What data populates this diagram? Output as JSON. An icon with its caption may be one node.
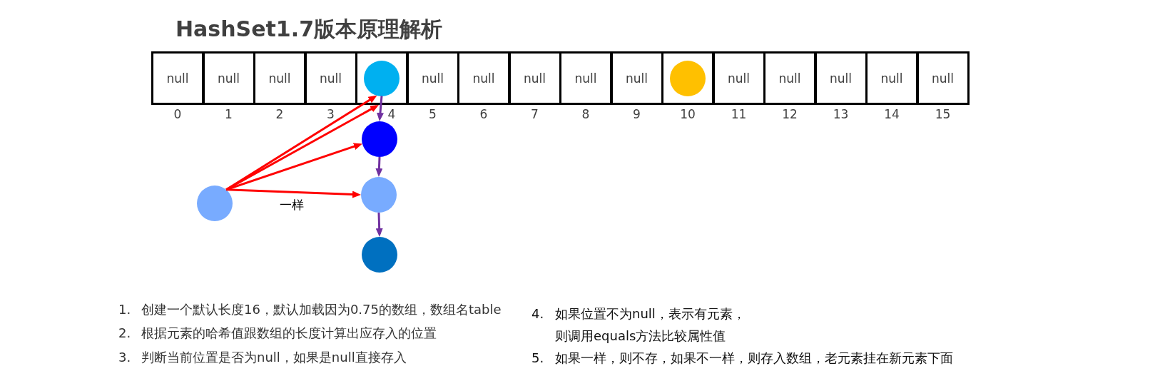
{
  "diagram": {
    "title": "HashSet1.7版本原理解析",
    "nodes": [
      {
        "text": [
          "null"
        ],
        "beside": [
          "0"
        ]
      },
      {
        "text": [
          "null"
        ],
        "beside": [
          "1"
        ]
      },
      {
        "text": [
          "null"
        ],
        "beside": [
          "2"
        ]
      },
      {
        "text": [
          "null"
        ],
        "beside": [
          "3"
        ]
      },
      {
        "text": [],
        "shape": "box",
        "beside": [
          "4"
        ]
      },
      {
        "text": [
          "null"
        ],
        "beside": [
          "5"
        ]
      },
      {
        "text": [
          "null"
        ],
        "beside": [
          "6"
        ]
      },
      {
        "text": [
          "null"
        ],
        "beside": [
          "7"
        ]
      },
      {
        "text": [
          "null"
        ],
        "beside": [
          "8"
        ]
      },
      {
        "text": [
          "null"
        ],
        "beside": [
          "9"
        ]
      },
      {
        "text": [],
        "shape": "box",
        "beside": [
          "10"
        ]
      },
      {
        "text": [
          "null"
        ],
        "beside": [
          "11"
        ]
      },
      {
        "text": [
          "null"
        ],
        "beside": [
          "12"
        ]
      },
      {
        "text": [
          "null"
        ],
        "beside": [
          "13"
        ]
      },
      {
        "text": [
          "null"
        ],
        "beside": [
          "14"
        ]
      },
      {
        "text": [
          "null"
        ],
        "beside": [
          "15"
        ]
      },
      {
        "text": [],
        "shape": "circle",
        "in": 4
      },
      {
        "text": [],
        "shape": "circle",
        "in": 10
      },
      {
        "text": [],
        "shape": "circle"
      },
      {
        "text": [],
        "shape": "circle"
      },
      {
        "text": [],
        "shape": "circle"
      },
      {
        "text": [],
        "shape": "circle"
      }
    ],
    "edges": [
      {
        "from": 18,
        "to": 16,
        "arrow": "to"
      },
      {
        "from": 18,
        "to": 4,
        "arrow": "to"
      },
      {
        "from": 18,
        "to": 19,
        "arrow": "to"
      },
      {
        "from": 18,
        "to": 20,
        "arrow": "to",
        "label": "一样"
      },
      {
        "from": 16,
        "to": 19,
        "arrow": "to",
        "color": "#7030a0"
      },
      {
        "from": 19,
        "to": 20,
        "arrow": "to",
        "color": "#7030a0"
      },
      {
        "from": 20,
        "to": 21,
        "arrow": "to",
        "color": "#7030a0"
      }
    ],
    "labels": [
      "1.",
      "创建一个默认长度16，默认加载因为0.75的数组，数组名table",
      "2.",
      "根据元素的哈希值跟数组的长度计算出应存入的位置",
      "3.",
      "判断当前位置是否为null，如果是null直接存入",
      "4.",
      "如果位置不为null，表示有元素，则调用equals方法比较属性值",
      "5.",
      "如果一样，则不存，如果不一样，则存入数组，老元素挂在新元素下面"
    ]
  }
}
